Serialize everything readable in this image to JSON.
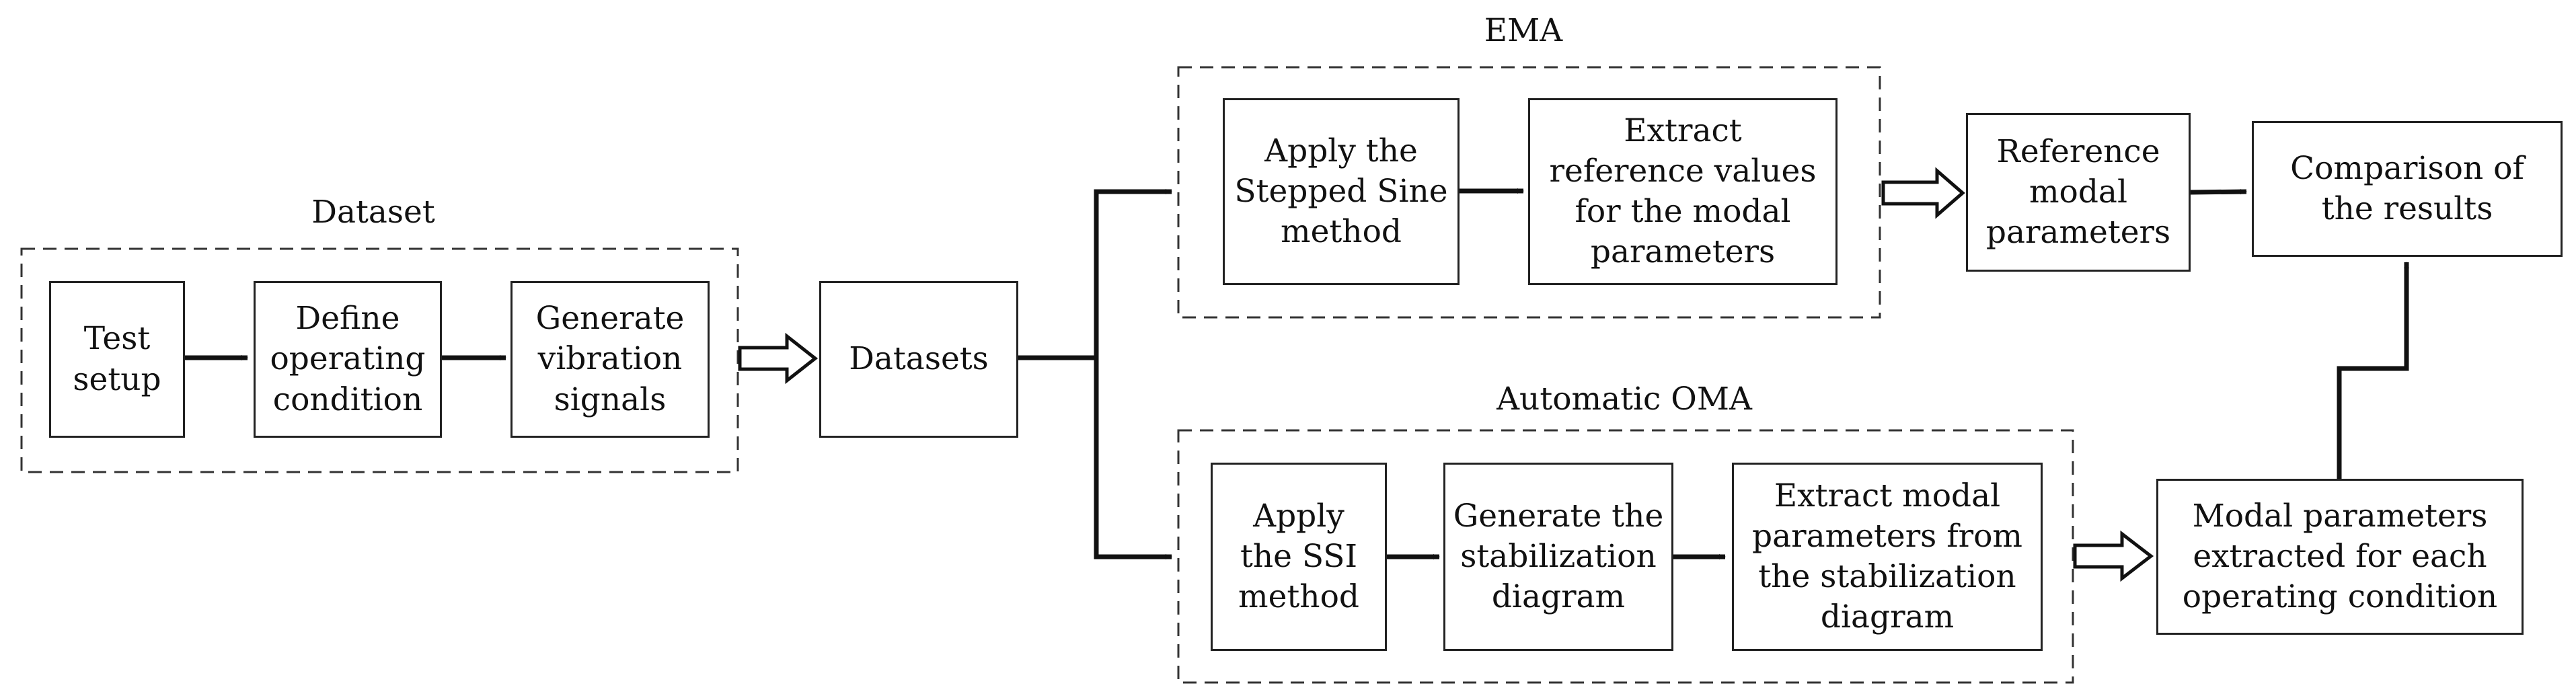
{
  "groups": {
    "dataset": "Dataset",
    "ema": "EMA",
    "oma": "Automatic OMA"
  },
  "boxes": {
    "test_setup": "Test\nsetup",
    "define_condition": "Define\noperating\ncondition",
    "generate_signals": "Generate\nvibration\nsignals",
    "datasets": "Datasets",
    "stepped_sine": "Apply the\nStepped Sine\nmethod",
    "extract_reference": "Extract\nreference values\nfor the modal\nparameters",
    "reference_params": "Reference\nmodal\nparameters",
    "comparison": "Comparison of\nthe results",
    "ssi": "Apply\nthe SSI\nmethod",
    "stabilization": "Generate the\nstabilization\ndiagram",
    "extract_modal": "Extract modal\nparameters from\nthe stabilization\ndiagram",
    "modal_per_condition": "Modal parameters\nextracted for each\noperating condition"
  }
}
